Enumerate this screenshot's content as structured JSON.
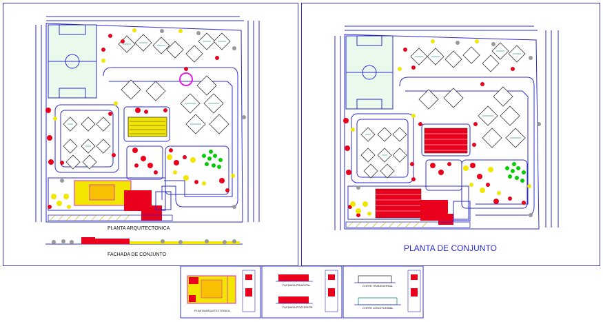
{
  "left_sheet": {
    "plan_label": "PLANTA ARQUITECTONICA",
    "facade_label": "FACHADA DE CONJUNTO"
  },
  "right_sheet": {
    "plan_label": "PLANTA DE CONJUNTO"
  },
  "detail_sheets": [
    {
      "label": "PLANTA ARQUITECTONICA"
    },
    {
      "label_top": "FACHADA PRINCIPAL",
      "label_bottom": "FACHADA POSTERIOR"
    },
    {
      "label_top": "CORTE TRANSVERSAL",
      "label_bottom": "CORTE LONGITUDINAL"
    }
  ],
  "colors": {
    "line": "#2b2bd0",
    "tree": "#e8001c",
    "shrub": "#f2e600",
    "foliage": "#00cc00",
    "field": "#e9f9ec",
    "building": "#e8001c",
    "court": "#0a8a7a",
    "magenta": "#e020e0"
  }
}
